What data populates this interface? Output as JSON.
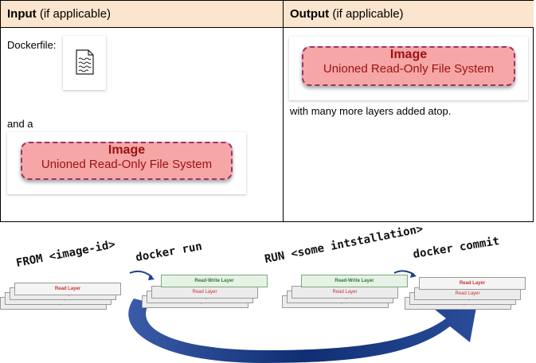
{
  "table": {
    "input_header_bold": "Input",
    "input_header_rest": " (if applicable)",
    "output_header_bold": "Output",
    "output_header_rest": " (if applicable)",
    "dockerfile_label": "Dockerfile:",
    "and_a_label": "and a",
    "image_title": "Image",
    "image_subtitle": "Unioned Read-Only File System",
    "output_note": "with many more layers added atop."
  },
  "diagram": {
    "from_cmd": "FROM <image-id>",
    "docker_run": "docker run",
    "run_cmd": "RUN <some intstallation>",
    "docker_commit": "docker commit",
    "read_layer": "Read Layer",
    "read_write_layer": "Read-Write Layer",
    "arrow_color": "#1d3f8a",
    "header_color": "#fbe5ce",
    "image_fill": "#f6a6a6"
  }
}
